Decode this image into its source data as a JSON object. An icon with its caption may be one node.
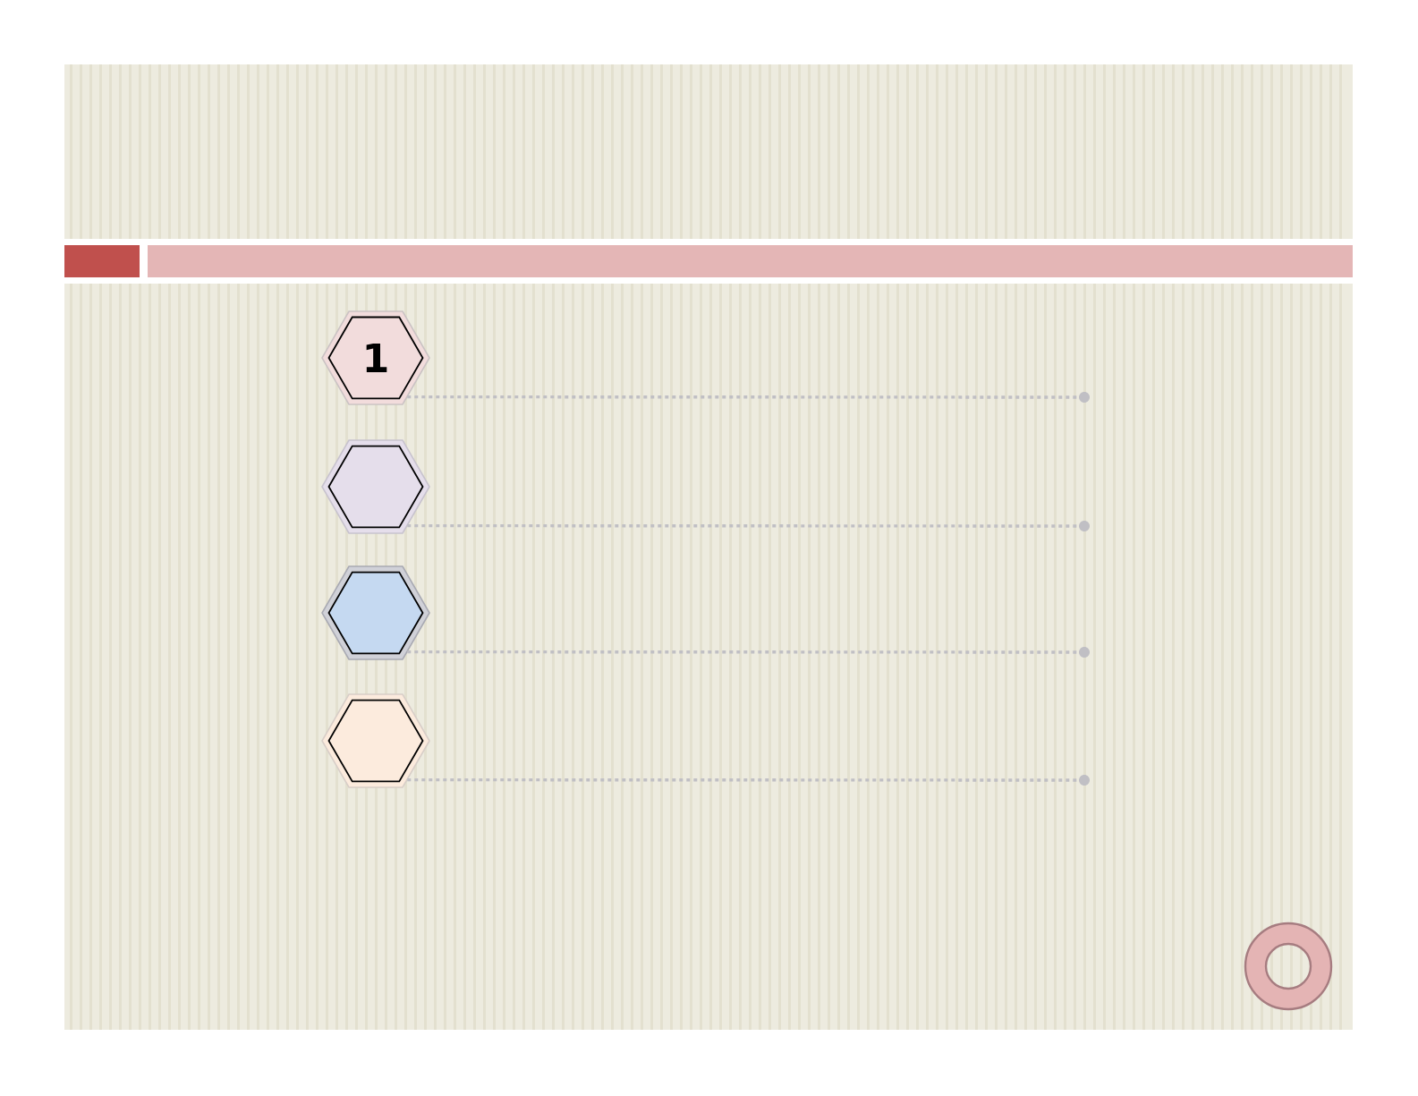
{
  "diagram": {
    "nodes": [
      {
        "text": [
          "1"
        ]
      },
      {
        "text": [],
        "shape": "circle"
      },
      {
        "text": [],
        "shape": "hexagon"
      },
      {
        "text": [],
        "shape": "circle"
      },
      {
        "text": [],
        "shape": "hexagon"
      },
      {
        "text": [],
        "shape": "circle"
      },
      {
        "text": [],
        "shape": "hexagon"
      },
      {
        "text": [],
        "shape": "circle"
      }
    ],
    "edges": [
      {
        "from": 0,
        "to": 1,
        "arrow": "none",
        "style": "dashed"
      },
      {
        "from": 2,
        "to": 3,
        "arrow": "none",
        "style": "dashed"
      },
      {
        "from": 4,
        "to": 5,
        "arrow": "none",
        "style": "dashed"
      },
      {
        "from": 6,
        "to": 7,
        "arrow": "none",
        "style": "dashed"
      }
    ]
  }
}
